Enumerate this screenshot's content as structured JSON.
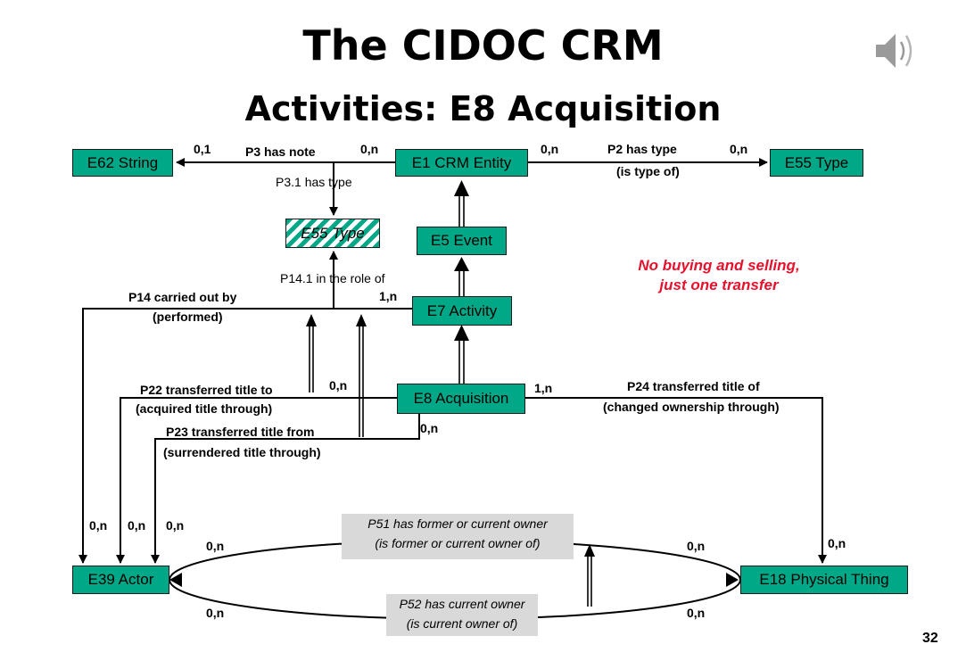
{
  "title": "The CIDOC CRM",
  "subtitle": "Activities: E8 Acquisition",
  "entities": {
    "e62": "E62 String",
    "e1": "E1 CRM Entity",
    "e55": "E55 Type",
    "e55_hatched": "E55 Type",
    "e5": "E5 Event",
    "e7": "E7 Activity",
    "e8": "E8 Acquisition",
    "e39": "E39 Actor",
    "e18": "E18 Physical Thing"
  },
  "properties": {
    "p3": "P3 has note",
    "p3_1": "P3.1 has type",
    "p2": "P2 has type",
    "p2_inv": "(is type of)",
    "p14": "P14 carried out by",
    "p14_inv": "(performed)",
    "p14_1": "P14.1 in the role of",
    "p22": "P22 transferred title to",
    "p22_inv": "(acquired title through)",
    "p23": "P23 transferred title from",
    "p23_inv": "(surrendered title through)",
    "p24": "P24 transferred title of",
    "p24_inv": "(changed ownership through)",
    "p51": "P51 has former or current owner",
    "p51_inv": "(is former or current owner of)",
    "p52": "P52 has current owner",
    "p52_inv": "(is current owner of)"
  },
  "cardinalities": {
    "p3_left": "0,1",
    "p3_right": "0,n",
    "p2_left": "0,n",
    "p2_right": "0,n",
    "p14_e7": "1,n",
    "p22_e8": "0,n",
    "p24_e8": "1,n",
    "p23_e8": "0,n",
    "actor_a": "0,n",
    "actor_b": "0,n",
    "actor_c": "0,n",
    "p51_actor": "0,n",
    "p51_thing": "0,n",
    "p24_thing": "0,n",
    "p52_actor": "0,n",
    "p52_thing": "0,n"
  },
  "note_line1": "No buying and selling,",
  "note_line2": "just one transfer",
  "page_number": "32",
  "colors": {
    "entity": "#00a887",
    "note": "#e8112d",
    "gray_box": "#d9d9d9"
  },
  "icons": {
    "speaker": "speaker-icon"
  }
}
